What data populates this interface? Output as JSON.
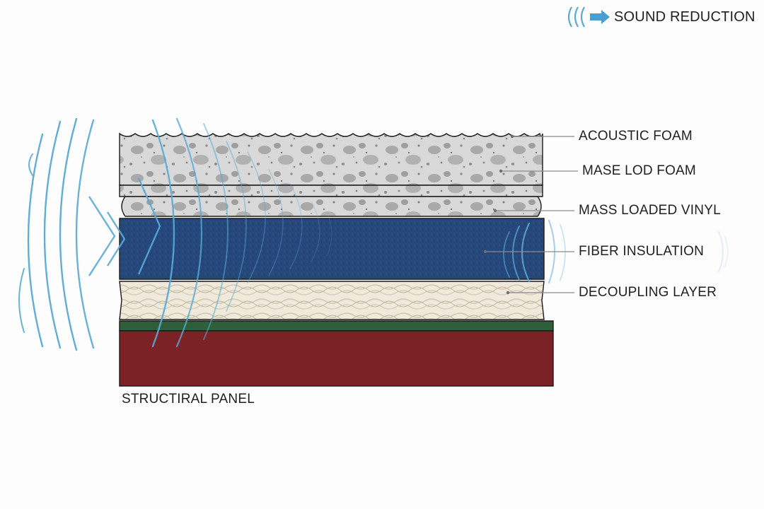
{
  "legend": {
    "label": "SOUND REDUCTION",
    "icon": "sound-wave-arrow-icon",
    "arrow_color": "#4a9fd0"
  },
  "layers": [
    {
      "id": "acoustic-foam",
      "label": "ACOUSTIC FOAM",
      "color": "#dadada"
    },
    {
      "id": "mass-load-foam",
      "label": "MASE LOD FOAM",
      "color": "#d6d6d6"
    },
    {
      "id": "mass-loaded-vinyl",
      "label": "MASS LOADED VINYL",
      "color": "#dcdcdc"
    },
    {
      "id": "fiber-insulation",
      "label": "FIBER INSULATION",
      "color": "#25477a"
    },
    {
      "id": "decoupling-layer",
      "label": "DECOUPLING LAYER",
      "color": "#eeeadb"
    },
    {
      "id": "damping-strip",
      "label": "",
      "color": "#2f5e3a"
    },
    {
      "id": "structural-panel",
      "label": "STRUCTIRAL PANEL",
      "color": "#7b2227"
    }
  ],
  "colors": {
    "wave": "#5aa9d6",
    "outline": "#1a1a1a",
    "leader": "#8a8a8a"
  }
}
